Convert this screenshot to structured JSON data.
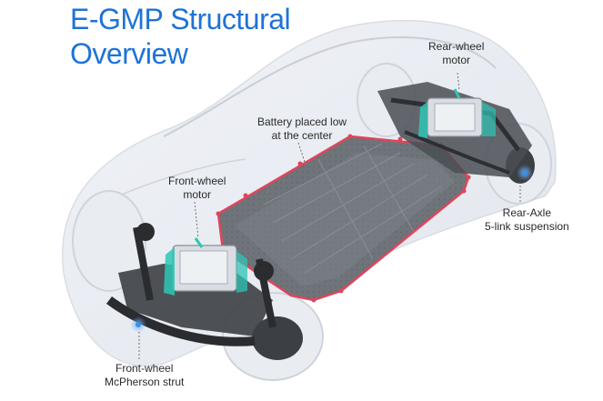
{
  "title": {
    "line1": "E-GMP Structural",
    "line2": "Overview"
  },
  "labels": {
    "rear_motor": {
      "line1": "Rear-wheel",
      "line2": "motor"
    },
    "battery": {
      "line1": "Battery placed low",
      "line2": "at the center"
    },
    "front_motor": {
      "line1": "Front-wheel",
      "line2": "motor"
    },
    "rear_axle": {
      "line1": "Rear-Axle",
      "line2": "5-link suspension"
    },
    "front_strut": {
      "line1": "Front-wheel",
      "line2": "McPherson strut"
    }
  },
  "colors": {
    "title": "#1e73d6",
    "battery_outline": "#e0455a",
    "motor_accent": "#2ec5b5",
    "highlight_blue": "#3a8fe8"
  }
}
